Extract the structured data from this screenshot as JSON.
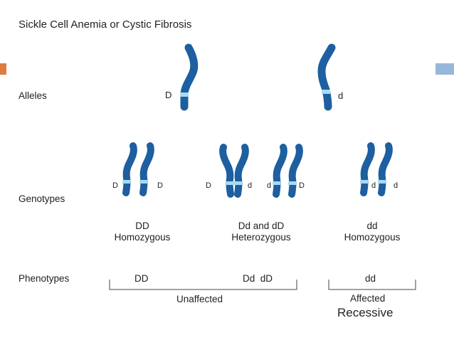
{
  "title": "Sickle Cell Anemia or Cystic Fibrosis",
  "rows": {
    "alleles": "Alleles",
    "genotypes": "Genotypes",
    "phenotypes": "Phenotypes"
  },
  "alleles": {
    "dominant": "D",
    "recessive": "d"
  },
  "genotype_pairs": {
    "dd_pair": {
      "left": "D",
      "right": "D"
    },
    "het_pair_1": {
      "left": "D",
      "right": "d"
    },
    "het_pair_2": {
      "left": "d",
      "right": "D"
    },
    "rec_pair": {
      "left": "d",
      "right": "d"
    }
  },
  "genotype_groups": [
    {
      "genotype": "DD",
      "zygosity": "Homozygous"
    },
    {
      "genotype": "Dd and dD",
      "zygosity": "Heterozygous"
    },
    {
      "genotype": "dd",
      "zygosity": "Homozygous"
    }
  ],
  "phenotypes": {
    "dominant_homo": "DD",
    "heterozygous": "Dd  dD",
    "recessive_homo": "dd",
    "unaffected_label": "Unaffected",
    "affected_label": "Affected",
    "recessive_label": "Recessive"
  },
  "colors": {
    "chromosome": "#1d5fa0",
    "centromere_band": "#a9daf5",
    "accent_left": "#e07b3f",
    "accent_right": "#97b7d8",
    "text": "#222222"
  }
}
